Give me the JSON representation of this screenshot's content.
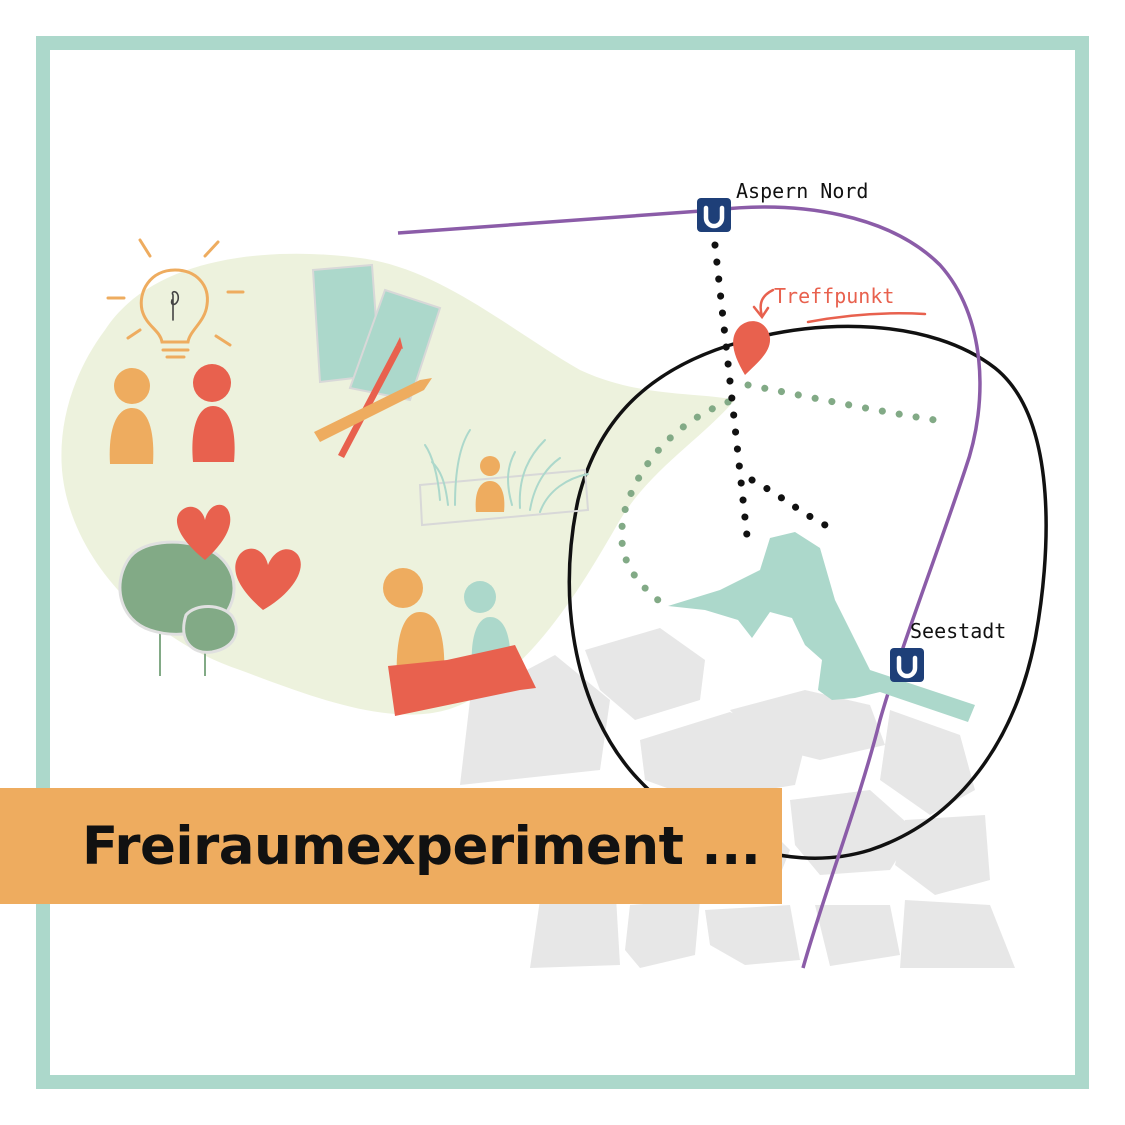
{
  "map": {
    "stations": {
      "north": {
        "name": "Aspern Nord",
        "symbol": "U"
      },
      "south": {
        "name": "Seestadt",
        "symbol": "U"
      }
    },
    "meeting_point": {
      "label": "Treffpunkt"
    },
    "colors": {
      "frame": "#acd8cb",
      "metro_line": "#8b5ca8",
      "station_badge": "#1e3f78",
      "meeting_point": "#e8614e",
      "lake": "#acd8cb",
      "blob": "#edf2dd",
      "buildings": "#e7e7e7",
      "green_path": "#82aa86"
    },
    "icons": [
      "light-bulb-icon",
      "two-people-icon",
      "paper-and-pencils-icon",
      "person-in-grass-icon",
      "hearts-and-tree-icon",
      "people-on-bench-icon",
      "metro-u-icon",
      "location-pin-icon"
    ]
  },
  "banner": {
    "title": "Freiraumexperiment ..."
  }
}
